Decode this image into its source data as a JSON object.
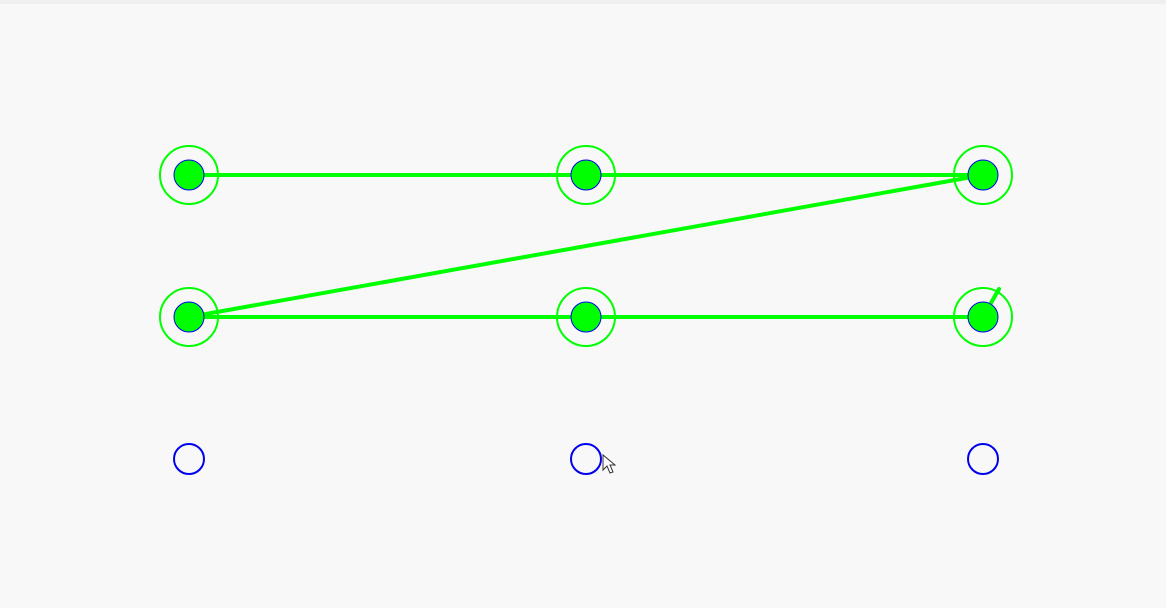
{
  "colors": {
    "background": "#f8f8f8",
    "node_outline": "#0000ee",
    "active": "#00ff00"
  },
  "pattern_lock": {
    "rows": 3,
    "cols": 3,
    "selected_sequence": [
      1,
      4,
      7,
      2,
      5,
      8
    ],
    "cursor_icon": "arrow-cursor-icon"
  }
}
